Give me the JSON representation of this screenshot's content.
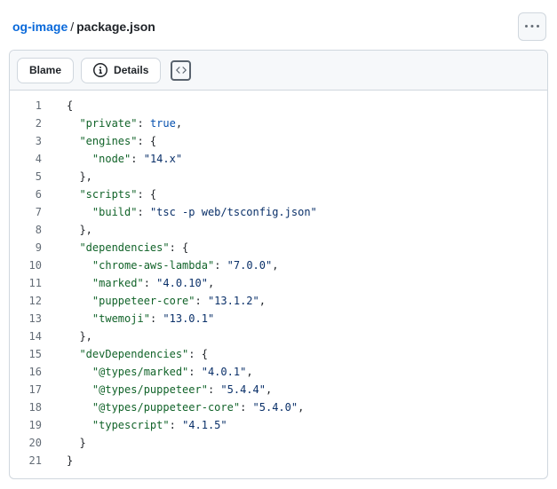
{
  "header": {
    "breadcrumb": {
      "repo": "og-image",
      "separator": "/",
      "file": "package.json"
    }
  },
  "toolbar": {
    "blame_label": "Blame",
    "details_label": "Details"
  },
  "icons": {
    "kebab": "kebab-horizontal-icon",
    "info": "info-circle-icon",
    "code": "code-angle-brackets-icon"
  },
  "colors": {
    "link": "#0969da",
    "text": "#1f2328",
    "border": "#d0d7de",
    "toolbar_bg": "#f6f8fa",
    "key": "#116329",
    "string": "#0a3069",
    "constant": "#0550ae",
    "punct": "#1f2328",
    "line_num": "#636c76",
    "muted": "#59636e"
  },
  "code": {
    "language": "json",
    "line_count": 21,
    "lines": [
      {
        "n": 1,
        "t": [
          [
            "p",
            "{"
          ]
        ]
      },
      {
        "n": 2,
        "t": [
          [
            "p",
            "  "
          ],
          [
            "k",
            "\"private\""
          ],
          [
            "p",
            ": "
          ],
          [
            "b",
            "true"
          ],
          [
            "p",
            ","
          ]
        ]
      },
      {
        "n": 3,
        "t": [
          [
            "p",
            "  "
          ],
          [
            "k",
            "\"engines\""
          ],
          [
            "p",
            ": {"
          ]
        ]
      },
      {
        "n": 4,
        "t": [
          [
            "p",
            "    "
          ],
          [
            "k",
            "\"node\""
          ],
          [
            "p",
            ": "
          ],
          [
            "s",
            "\"14.x\""
          ]
        ]
      },
      {
        "n": 5,
        "t": [
          [
            "p",
            "  },"
          ]
        ]
      },
      {
        "n": 6,
        "t": [
          [
            "p",
            "  "
          ],
          [
            "k",
            "\"scripts\""
          ],
          [
            "p",
            ": {"
          ]
        ]
      },
      {
        "n": 7,
        "t": [
          [
            "p",
            "    "
          ],
          [
            "k",
            "\"build\""
          ],
          [
            "p",
            ": "
          ],
          [
            "s",
            "\"tsc -p web/tsconfig.json\""
          ]
        ]
      },
      {
        "n": 8,
        "t": [
          [
            "p",
            "  },"
          ]
        ]
      },
      {
        "n": 9,
        "t": [
          [
            "p",
            "  "
          ],
          [
            "k",
            "\"dependencies\""
          ],
          [
            "p",
            ": {"
          ]
        ]
      },
      {
        "n": 10,
        "t": [
          [
            "p",
            "    "
          ],
          [
            "k",
            "\"chrome-aws-lambda\""
          ],
          [
            "p",
            ": "
          ],
          [
            "s",
            "\"7.0.0\""
          ],
          [
            "p",
            ","
          ]
        ]
      },
      {
        "n": 11,
        "t": [
          [
            "p",
            "    "
          ],
          [
            "k",
            "\"marked\""
          ],
          [
            "p",
            ": "
          ],
          [
            "s",
            "\"4.0.10\""
          ],
          [
            "p",
            ","
          ]
        ]
      },
      {
        "n": 12,
        "t": [
          [
            "p",
            "    "
          ],
          [
            "k",
            "\"puppeteer-core\""
          ],
          [
            "p",
            ": "
          ],
          [
            "s",
            "\"13.1.2\""
          ],
          [
            "p",
            ","
          ]
        ]
      },
      {
        "n": 13,
        "t": [
          [
            "p",
            "    "
          ],
          [
            "k",
            "\"twemoji\""
          ],
          [
            "p",
            ": "
          ],
          [
            "s",
            "\"13.0.1\""
          ]
        ]
      },
      {
        "n": 14,
        "t": [
          [
            "p",
            "  },"
          ]
        ]
      },
      {
        "n": 15,
        "t": [
          [
            "p",
            "  "
          ],
          [
            "k",
            "\"devDependencies\""
          ],
          [
            "p",
            ": {"
          ]
        ]
      },
      {
        "n": 16,
        "t": [
          [
            "p",
            "    "
          ],
          [
            "k",
            "\"@types/marked\""
          ],
          [
            "p",
            ": "
          ],
          [
            "s",
            "\"4.0.1\""
          ],
          [
            "p",
            ","
          ]
        ]
      },
      {
        "n": 17,
        "t": [
          [
            "p",
            "    "
          ],
          [
            "k",
            "\"@types/puppeteer\""
          ],
          [
            "p",
            ": "
          ],
          [
            "s",
            "\"5.4.4\""
          ],
          [
            "p",
            ","
          ]
        ]
      },
      {
        "n": 18,
        "t": [
          [
            "p",
            "    "
          ],
          [
            "k",
            "\"@types/puppeteer-core\""
          ],
          [
            "p",
            ": "
          ],
          [
            "s",
            "\"5.4.0\""
          ],
          [
            "p",
            ","
          ]
        ]
      },
      {
        "n": 19,
        "t": [
          [
            "p",
            "    "
          ],
          [
            "k",
            "\"typescript\""
          ],
          [
            "p",
            ": "
          ],
          [
            "s",
            "\"4.1.5\""
          ]
        ]
      },
      {
        "n": 20,
        "t": [
          [
            "p",
            "  }"
          ]
        ]
      },
      {
        "n": 21,
        "t": [
          [
            "p",
            "}"
          ]
        ]
      }
    ]
  }
}
